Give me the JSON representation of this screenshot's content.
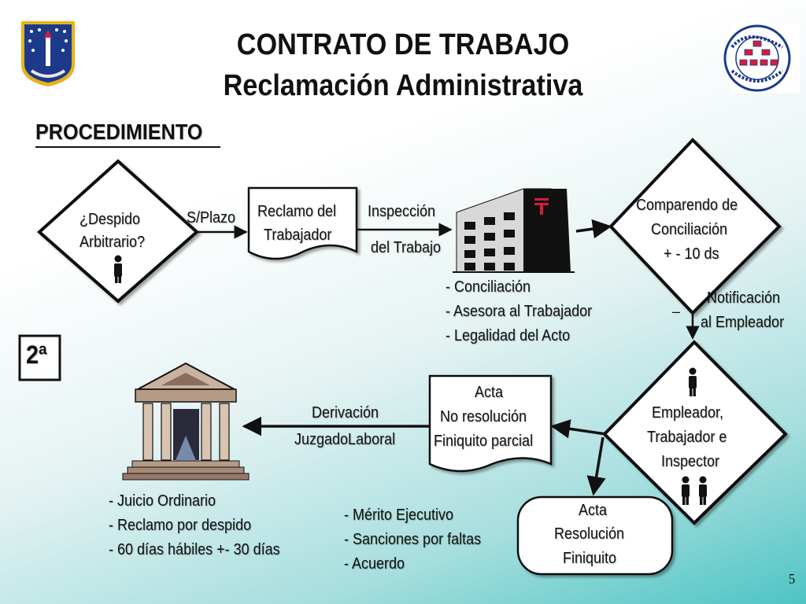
{
  "title": {
    "line1": "CONTRATO DE TRABAJO",
    "line2": "Reclamación Administrativa"
  },
  "section_label": "PROCEDIMIENTO",
  "badge": "2ª",
  "page_number": "5",
  "nodes": {
    "despido": {
      "line1": "¿Despido",
      "line2": "Arbitrario?"
    },
    "reclamo": {
      "line1": "Reclamo del",
      "line2": "Trabajador"
    },
    "comparendo": {
      "line1": "Comparendo de",
      "line2": "Conciliación",
      "line3": "+ - 10 ds"
    },
    "empleador": {
      "line1": "Empleador,",
      "line2": "Trabajador e",
      "line3": "Inspector"
    },
    "acta_no": {
      "line1": "Acta",
      "line2": "No resolución",
      "line3": "Finiquito parcial"
    },
    "acta_res": {
      "line1": "Acta",
      "line2": "Resolución",
      "line3": "Finiquito"
    }
  },
  "edges": {
    "splazo": "S/Plazo",
    "inspeccion1": "Inspección",
    "inspeccion2": "del Trabajo",
    "notificacion1": "Notificación",
    "notificacion2": "al Empleador",
    "derivacion1": "Derivación",
    "derivacion2": "JuzgadoLaboral"
  },
  "lists": {
    "inspeccion": [
      "- Conciliación",
      "- Asesora al Trabajador",
      "- Legalidad del Acto"
    ],
    "juicio": [
      "- Juicio Ordinario",
      "- Reclamo por despido",
      "- 60 días hábiles +- 30 días"
    ],
    "merito": [
      "- Mérito Ejecutivo",
      "- Sanciones por faltas",
      "- Acuerdo"
    ]
  },
  "colors": {
    "accent_red": "#d81b3c",
    "shield_blue": "#1d3a8a",
    "shield_gold": "#e8b21b"
  }
}
